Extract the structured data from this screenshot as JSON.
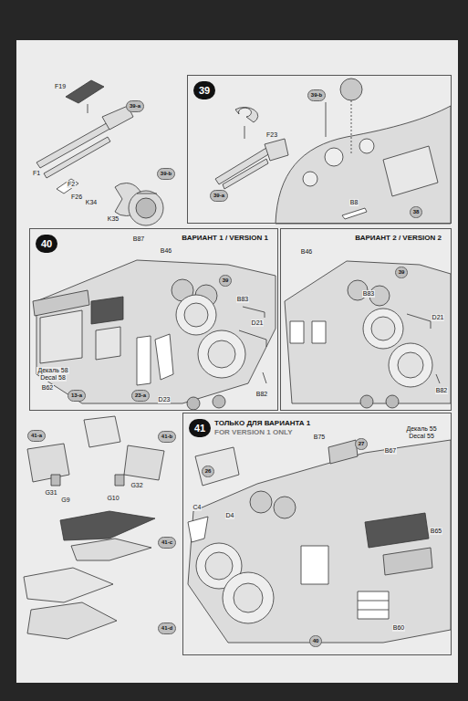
{
  "diagram": {
    "nodes": [
      {
        "text": [
          "39"
        ]
      },
      {
        "text": [
          "40",
          "ВАРИАНТ 1 / VERSION 1"
        ]
      },
      {
        "text": [
          "ВАРИАНТ 2 / VERSION 2"
        ]
      },
      {
        "text": [
          "41",
          "ТОЛЬКО ДЛЯ ВАРИАНТА 1",
          "FOR VERSION 1 ONLY"
        ]
      }
    ],
    "labels": [
      "F19",
      "39-a",
      "F1",
      "F2",
      "F26",
      "39-b",
      "K34",
      "K35",
      "39-b",
      "F23",
      "39-a",
      "B8",
      "38",
      "B87",
      "B46",
      "39",
      "B83",
      "D21",
      "Декаль 58",
      "Decal 58",
      "B62",
      "13-a",
      "23-a",
      "D23",
      "B82",
      "B46",
      "39",
      "B83",
      "D21",
      "B82",
      "26",
      "B75",
      "27",
      "B67",
      "Декаль 55",
      "Decal 55",
      "C4",
      "D4",
      "B65",
      "B60",
      "40",
      "41-a",
      "41-b",
      "G31",
      "G9",
      "G10",
      "G32",
      "41-c",
      "41-d"
    ]
  }
}
